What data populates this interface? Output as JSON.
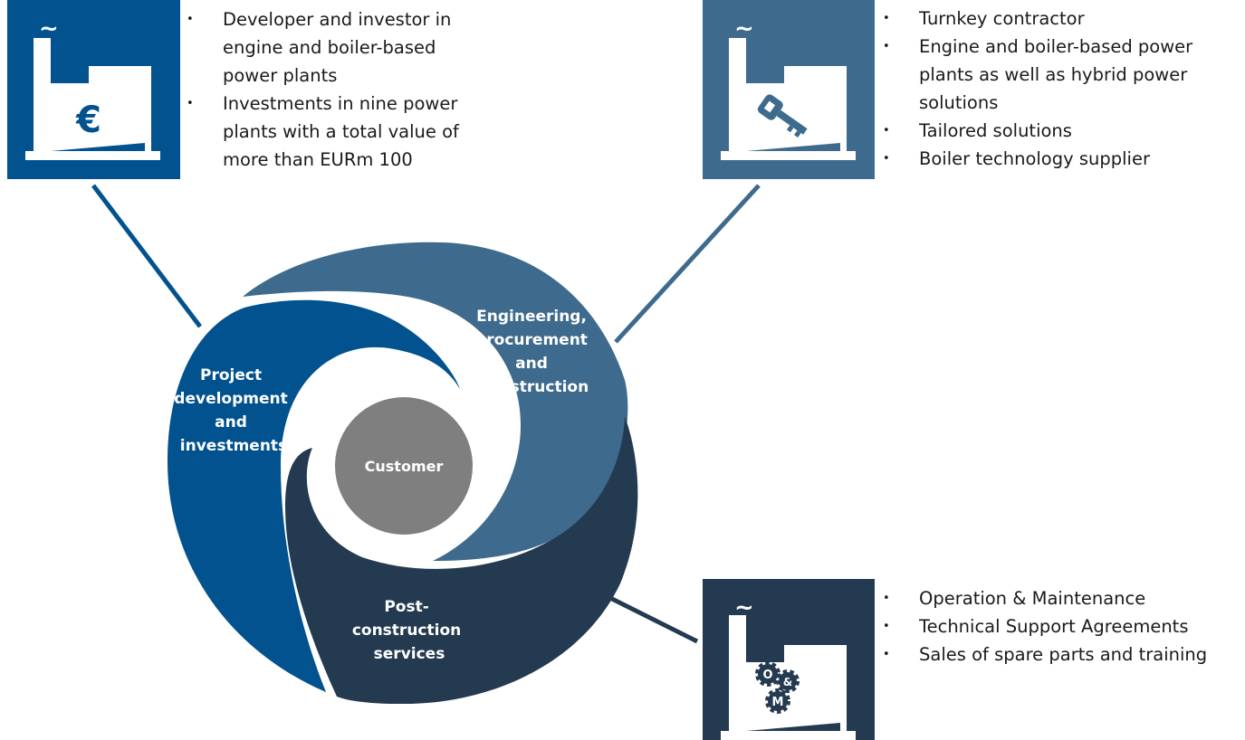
{
  "colors": {
    "project_development": "#01528f",
    "engineering": "#3e6b8d",
    "post_construction": "#243a50",
    "customer": "#7f7f7f",
    "icon_pd_bg": "#01528f",
    "icon_epc_bg": "#3e6b8d",
    "icon_pcs_bg": "#243a50",
    "icon_factory": "#ffffff",
    "connector_pd": "#01528f",
    "connector_epc": "#3e6b8d",
    "connector_pcs": "#243a50"
  },
  "center": {
    "label": "Customer"
  },
  "segments": {
    "project_development": {
      "label_lines": [
        "Project",
        "development",
        "and",
        "investments"
      ]
    },
    "engineering": {
      "label_lines": [
        "Engineering,",
        "procurement",
        "and",
        "construction"
      ]
    },
    "post_construction": {
      "label_lines": [
        "Post-",
        "construction",
        "services"
      ]
    }
  },
  "icons": {
    "project_development": {
      "icon_name": "factory-euro-icon",
      "glyph": "€",
      "tilde": "~"
    },
    "engineering": {
      "icon_name": "factory-key-icon",
      "tilde": "~"
    },
    "post_construction": {
      "icon_name": "factory-gears-icon",
      "gear_letters": [
        "O",
        "&",
        "M"
      ],
      "tilde": "~"
    }
  },
  "bullets": {
    "project_development": [
      "Developer and investor in engine and boiler-based power plants",
      "Investments in nine power plants with a total value of more than EURm 100"
    ],
    "engineering": [
      "Turnkey contractor",
      "Engine and boiler-based power plants as well as hybrid power solutions",
      "Tailored solutions",
      "Boiler technology supplier"
    ],
    "post_construction": [
      "Operation & Maintenance",
      "Technical Support Agreements",
      "Sales of spare parts and training"
    ]
  }
}
